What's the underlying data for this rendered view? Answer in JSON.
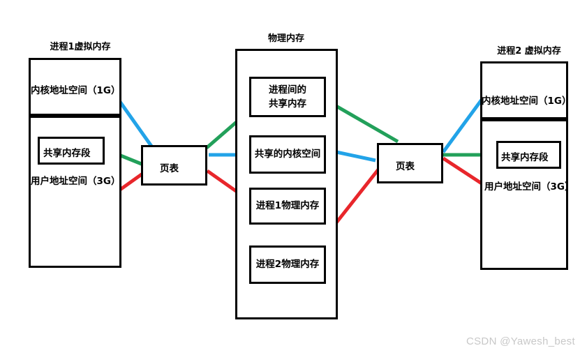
{
  "figure": {
    "title_left": "进程1虚拟内存",
    "title_center": "物理内存",
    "title_right": "进程2 虚拟内存"
  },
  "left_panel": {
    "kernel_space": "内核地址空间（1G）",
    "shared_segment": "共享内存段",
    "user_space": "用户地址空间（3G）"
  },
  "right_panel": {
    "kernel_space": "内核地址空间（1G）",
    "shared_segment": "共享内存段",
    "user_space": "用户地址空间（3G）"
  },
  "physical_memory": {
    "blocks": [
      {
        "line1": "进程间的",
        "line2": "共享内存"
      },
      {
        "line1": "共享的内核空间",
        "line2": ""
      },
      {
        "line1": "进程1物理内存",
        "line2": ""
      },
      {
        "line1": "进程2物理内存",
        "line2": ""
      }
    ]
  },
  "page_tables": {
    "left": "页表",
    "right": "页表"
  },
  "colors": {
    "blue": "#22a3e8",
    "green": "#22a05a",
    "red": "#e8262b",
    "stroke": "#000000",
    "watermark": "#c8c8c8"
  },
  "watermark": "CSDN @Yawesh_best"
}
